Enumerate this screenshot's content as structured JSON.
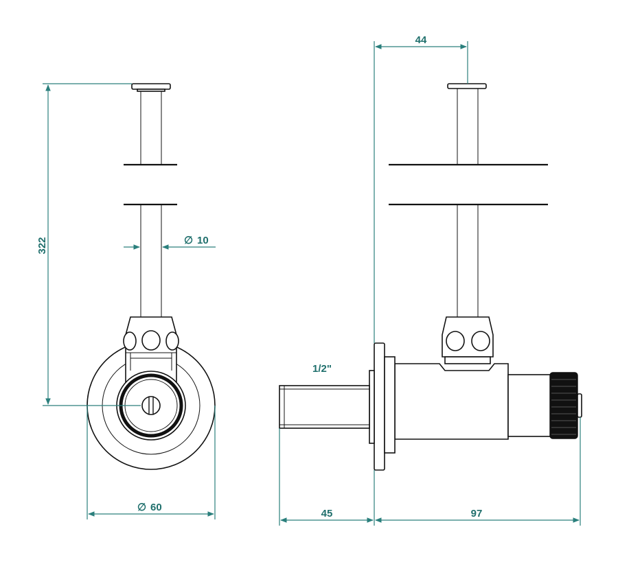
{
  "dimensions": {
    "height_322": "322",
    "dia_10": "10",
    "dia_60": "60",
    "offset_44": "44",
    "thread_label": "1/2\"",
    "len_45": "45",
    "len_97": "97"
  },
  "diameter_symbol": "∅",
  "colors": {
    "dimension": "#2a7f7c",
    "outline": "#111111"
  }
}
